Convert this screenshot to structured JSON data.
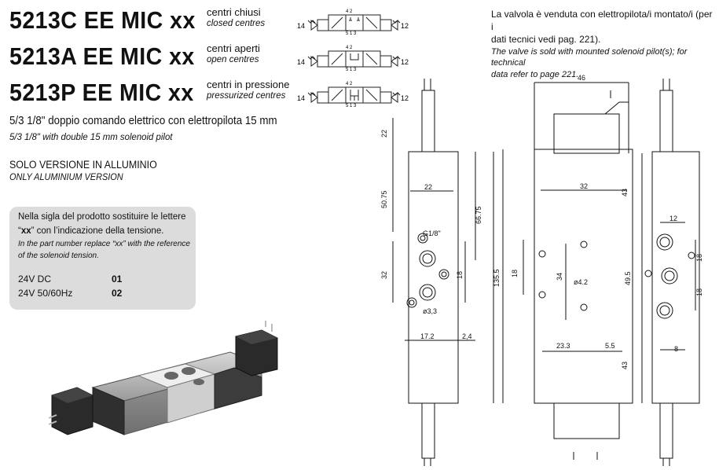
{
  "variants": [
    {
      "code": "5213C EE MIC",
      "suffix": "xx",
      "label_it": "centri chiusi",
      "label_en": "closed centres"
    },
    {
      "code": "5213A EE MIC",
      "suffix": "xx",
      "label_it": "centri aperti",
      "label_en": "open centres"
    },
    {
      "code": "5213P EE MIC",
      "suffix": "xx",
      "label_it": "centri in pressione",
      "label_en": "pressurized centres"
    }
  ],
  "symbol": {
    "left_port": "14",
    "right_port": "12",
    "top_ports": "4  2",
    "bottom_ports": "5 1 3"
  },
  "subtitle_it": "5/3 1/8\" doppio comando elettrico con elettropilota 15 mm",
  "subtitle_en": "5/3 1/8\" with double 15 mm solenoid pilot",
  "version_it": "SOLO VERSIONE IN ALLUMINIO",
  "version_en": "ONLY ALUMINIUM VERSION",
  "note": {
    "line1_it": "Nella sigla del prodotto sostituire le lettere",
    "line2_pre": "“",
    "line2_code": "xx",
    "line2_post": "” con l’indicazione della tensione.",
    "line3_en": "In the part number replace “xx” with the reference",
    "line4_en": "of the solenoid tension.",
    "voltages": [
      {
        "label": "24V DC",
        "code": "01"
      },
      {
        "label": "24V 50/60Hz",
        "code": "02"
      }
    ]
  },
  "info": {
    "it_line1": "La valvola è venduta con elettropilota/i montato/i (per i",
    "it_line2": "dati tecnici vedi pag. 221).",
    "en_line1": "The valve is sold with mounted solenoid pilot(s); for technical",
    "en_line2": "data refer to page 221."
  },
  "dimensions": {
    "d46": "46",
    "d22a": "22",
    "d22b": "22",
    "d5075": "50.75",
    "d6675": "66.75",
    "d1355": "135.5",
    "d32a": "32",
    "d32b": "32",
    "d43a": "43",
    "d43b": "43",
    "d18a": "18",
    "d18b": "18",
    "d18c": "18",
    "d18d": "18",
    "d34": "34",
    "d495": "49.5",
    "d12": "12",
    "d172": "17.2",
    "d24": "2,4",
    "d233": "23.3",
    "d55": "5.5",
    "d8": "8",
    "port": "G1/8\"",
    "hole33": "ø3,3",
    "hole42": "ø4.2"
  }
}
